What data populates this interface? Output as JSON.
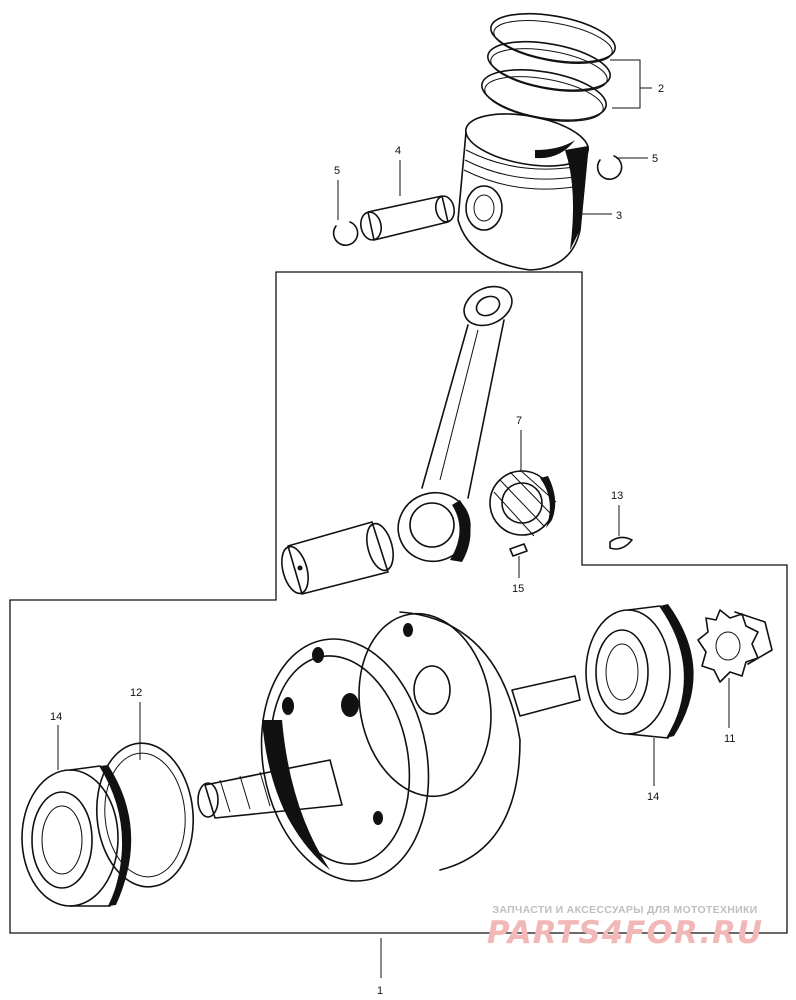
{
  "callouts": [
    {
      "id": "1",
      "label": "1"
    },
    {
      "id": "2",
      "label": "2"
    },
    {
      "id": "3",
      "label": "3"
    },
    {
      "id": "4",
      "label": "4"
    },
    {
      "id": "5a",
      "label": "5"
    },
    {
      "id": "5b",
      "label": "5"
    },
    {
      "id": "7",
      "label": "7"
    },
    {
      "id": "11",
      "label": "11"
    },
    {
      "id": "12",
      "label": "12"
    },
    {
      "id": "13",
      "label": "13"
    },
    {
      "id": "14a",
      "label": "14"
    },
    {
      "id": "14b",
      "label": "14"
    },
    {
      "id": "15",
      "label": "15"
    }
  ],
  "watermark": {
    "caption": "ЗАПЧАСТИ И АКСЕССУАРЫ ДЛЯ МОТОТЕХНИКИ",
    "logo": "PARTS4FOR.RU"
  }
}
